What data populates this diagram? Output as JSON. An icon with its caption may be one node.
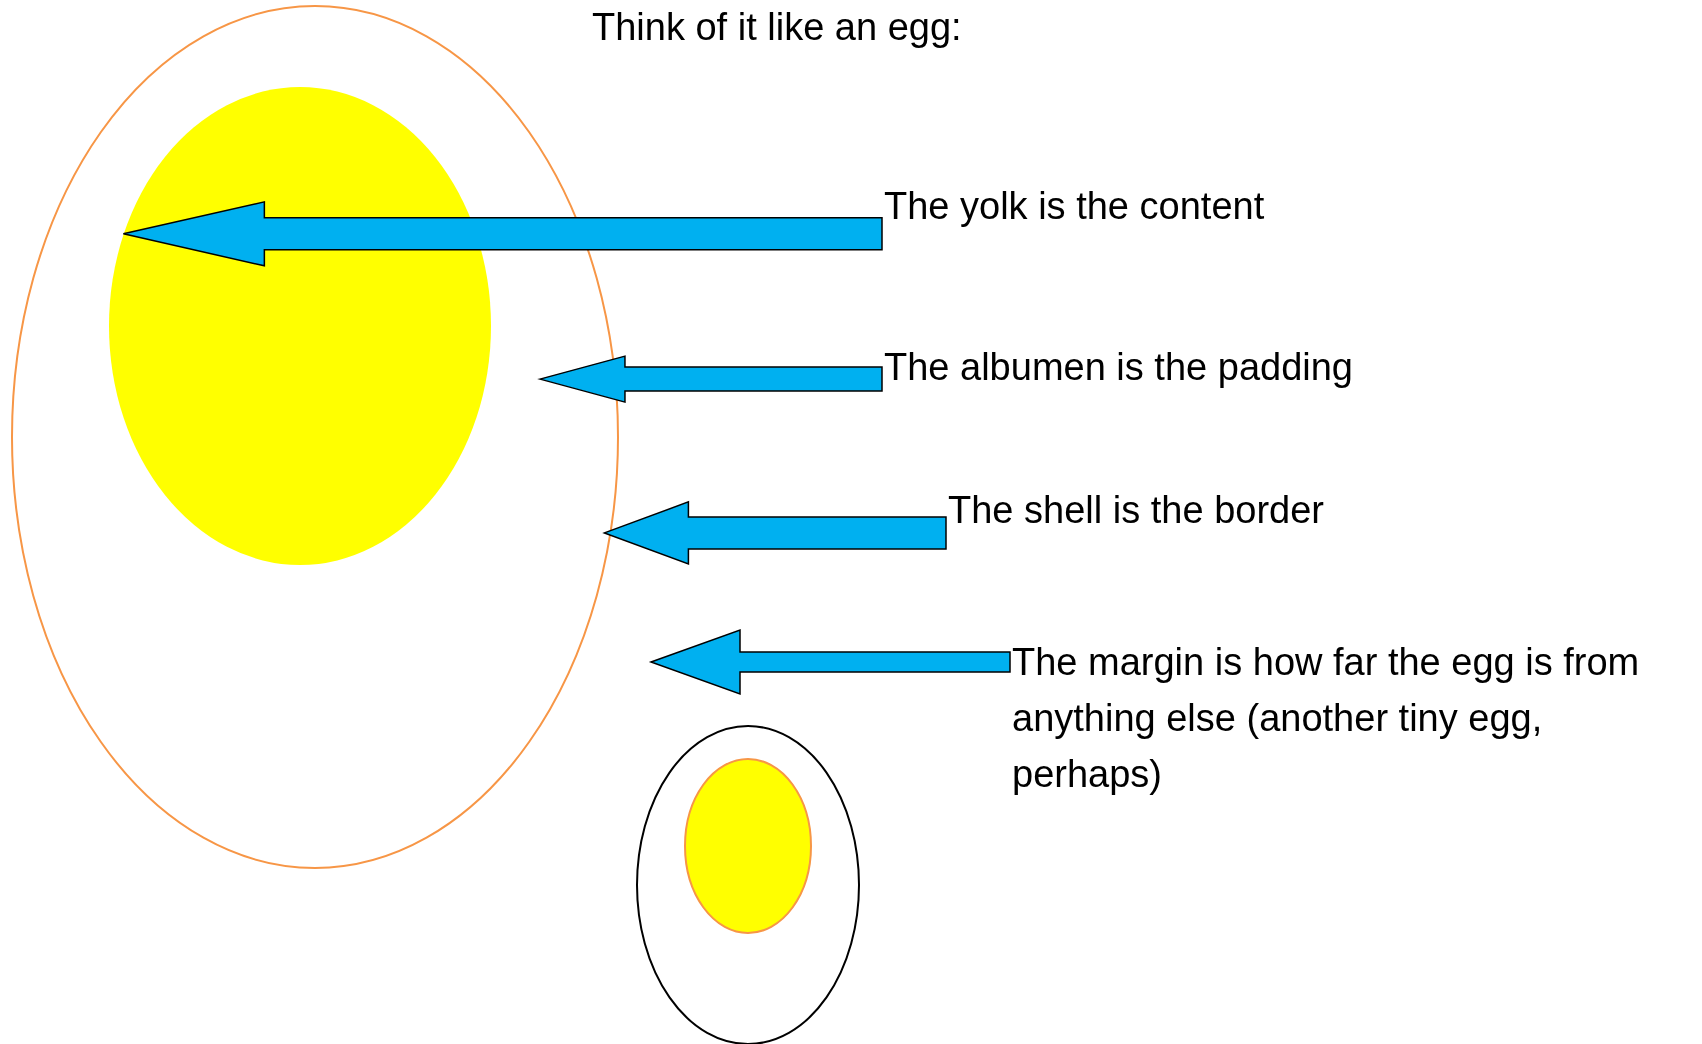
{
  "diagram": {
    "title": "Think of it like an egg:",
    "nodes": [
      {
        "text": [],
        "shape": "ellipse"
      },
      {
        "text": [],
        "shape": "ellipse",
        "in": 0
      },
      {
        "text": [
          "The yolk is the content"
        ]
      },
      {
        "text": [
          "The albumen is the padding"
        ]
      },
      {
        "text": [
          "The shell is the border"
        ]
      },
      {
        "text": [
          "The margin is how far the egg is from anything else (another tiny egg, perhaps)"
        ]
      },
      {
        "text": [],
        "shape": "ellipse"
      },
      {
        "text": [],
        "shape": "ellipse",
        "in": 6
      }
    ],
    "edges": [
      {
        "from": 2,
        "to": 1,
        "arrow": "to"
      },
      {
        "from": 3,
        "to": 0,
        "arrow": "to"
      },
      {
        "from": 4,
        "to": 0,
        "arrow": "to"
      },
      {
        "from": 5,
        "to": null,
        "arrow": "to"
      }
    ]
  }
}
